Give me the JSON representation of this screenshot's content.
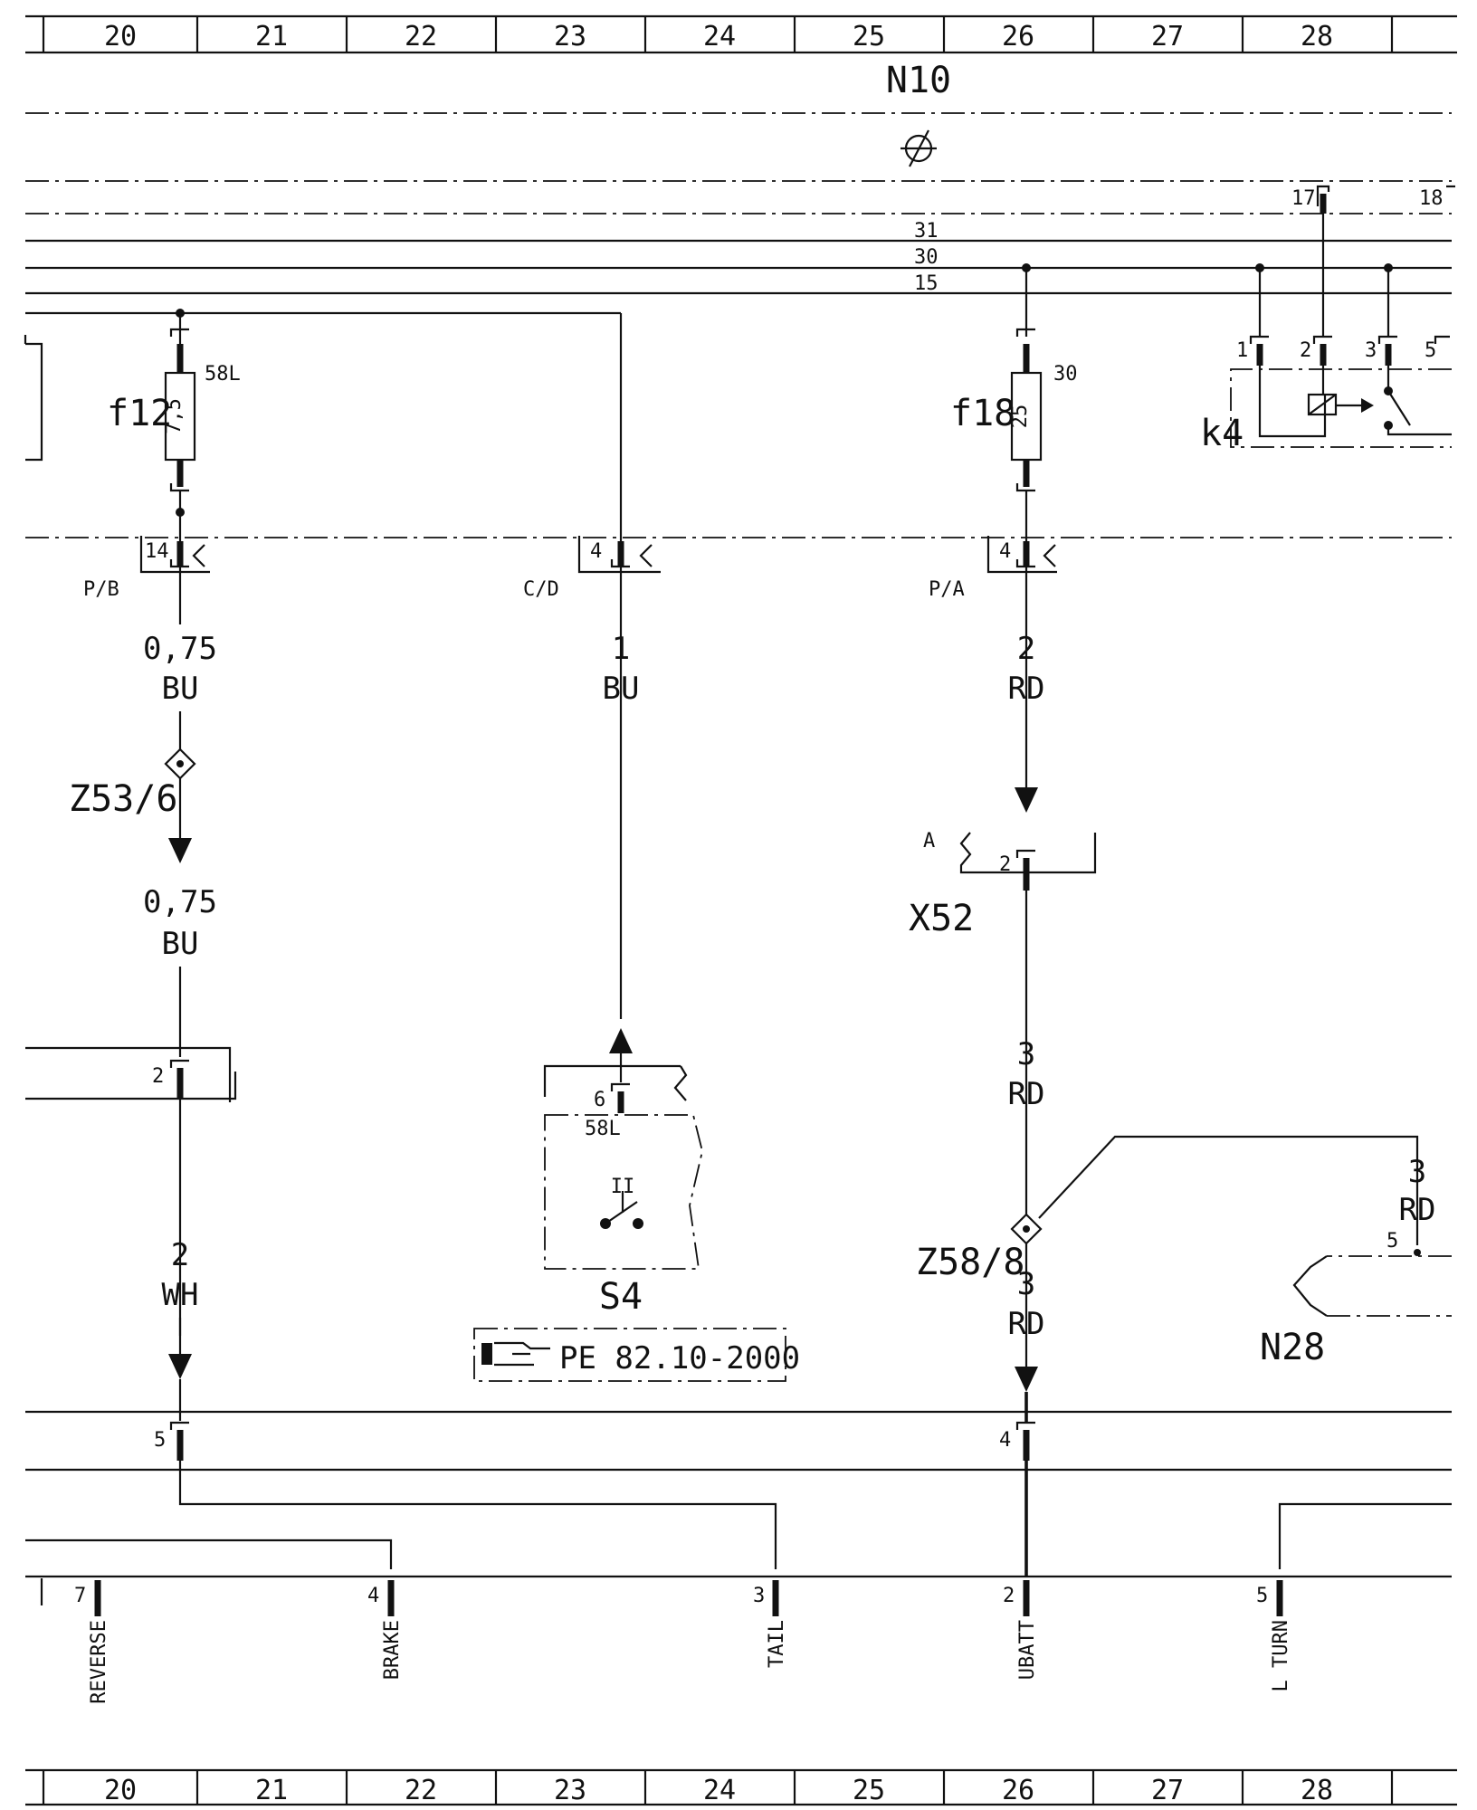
{
  "grid": {
    "columns": [
      "20",
      "21",
      "22",
      "23",
      "24",
      "25",
      "26",
      "27",
      "28"
    ]
  },
  "components": {
    "n10": "N10",
    "f12": "f12",
    "f12_rating": "7,5",
    "f12_pin": "58L",
    "f18": "f18",
    "f18_rating": "25",
    "f18_pin": "30",
    "k4": "k4",
    "z53": "Z53/6",
    "x52": "X52",
    "x52_side": "A",
    "z58": "Z58/8",
    "s4": "S4",
    "s4_pin": "58L",
    "s4_symbol": "II",
    "n28": "N28",
    "ref": "PE 82.10-2000"
  },
  "bus": {
    "l31": "31",
    "l30": "30",
    "l15": "15",
    "l17": "17",
    "l18": "18"
  },
  "connectors": {
    "pb": "P/B",
    "cd": "C/D",
    "pa": "P/A"
  },
  "pins": {
    "pb14": "14",
    "cd4": "4",
    "pa4": "4",
    "x52_2": "2",
    "s4_6": "6",
    "left2": "2",
    "bot5": "5",
    "bot4": "4",
    "k4_1": "1",
    "k4_2": "2",
    "k4_3": "3",
    "k4_5": "5",
    "n28_5": "5",
    "rev7": "7",
    "brk4": "4",
    "tail3": "3",
    "ubatt2": "2",
    "lturn5": "5"
  },
  "wires": {
    "w1_size": "0,75",
    "w1_color": "BU",
    "w2_size": "0,75",
    "w2_color": "BU",
    "w3_size": "2",
    "w3_color": "WH",
    "w4_size": "1",
    "w4_color": "BU",
    "w5_size": "2",
    "w5_color": "RD",
    "w6_size": "3",
    "w6_color": "RD",
    "w7_size": "3",
    "w7_color": "RD",
    "w8_size": "3",
    "w8_color": "RD"
  },
  "outputs": {
    "reverse": "REVERSE",
    "brake": "BRAKE",
    "tail": "TAIL",
    "ubatt": "UBATT",
    "lturn": "L TURN"
  }
}
